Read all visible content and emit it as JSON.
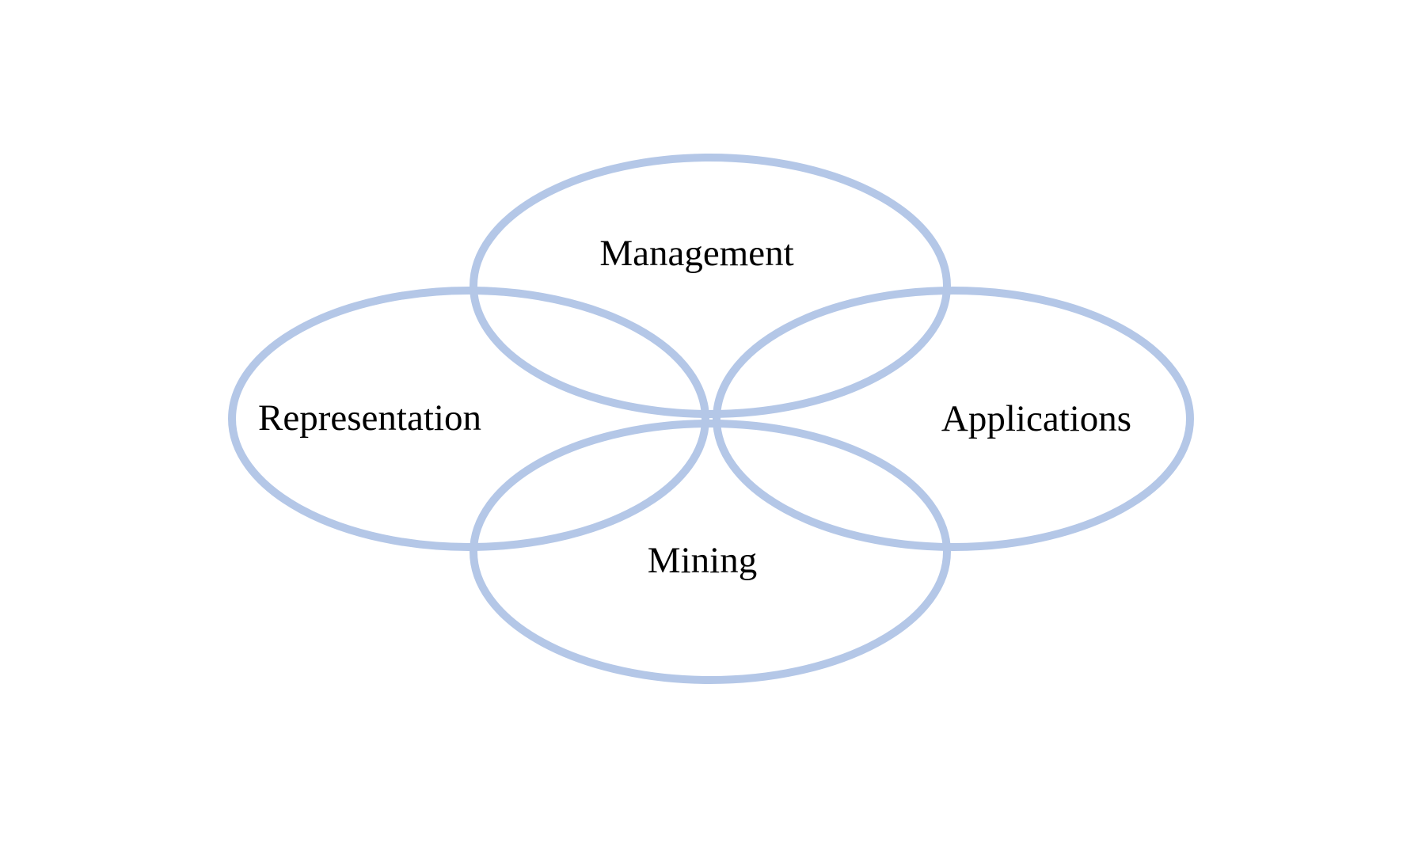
{
  "diagram": {
    "colors": {
      "stroke": "#b4c7e7",
      "text": "#000000",
      "background": "#ffffff"
    },
    "labels": {
      "top": "Management",
      "left": "Representation",
      "right": "Applications",
      "bottom": "Mining"
    }
  }
}
